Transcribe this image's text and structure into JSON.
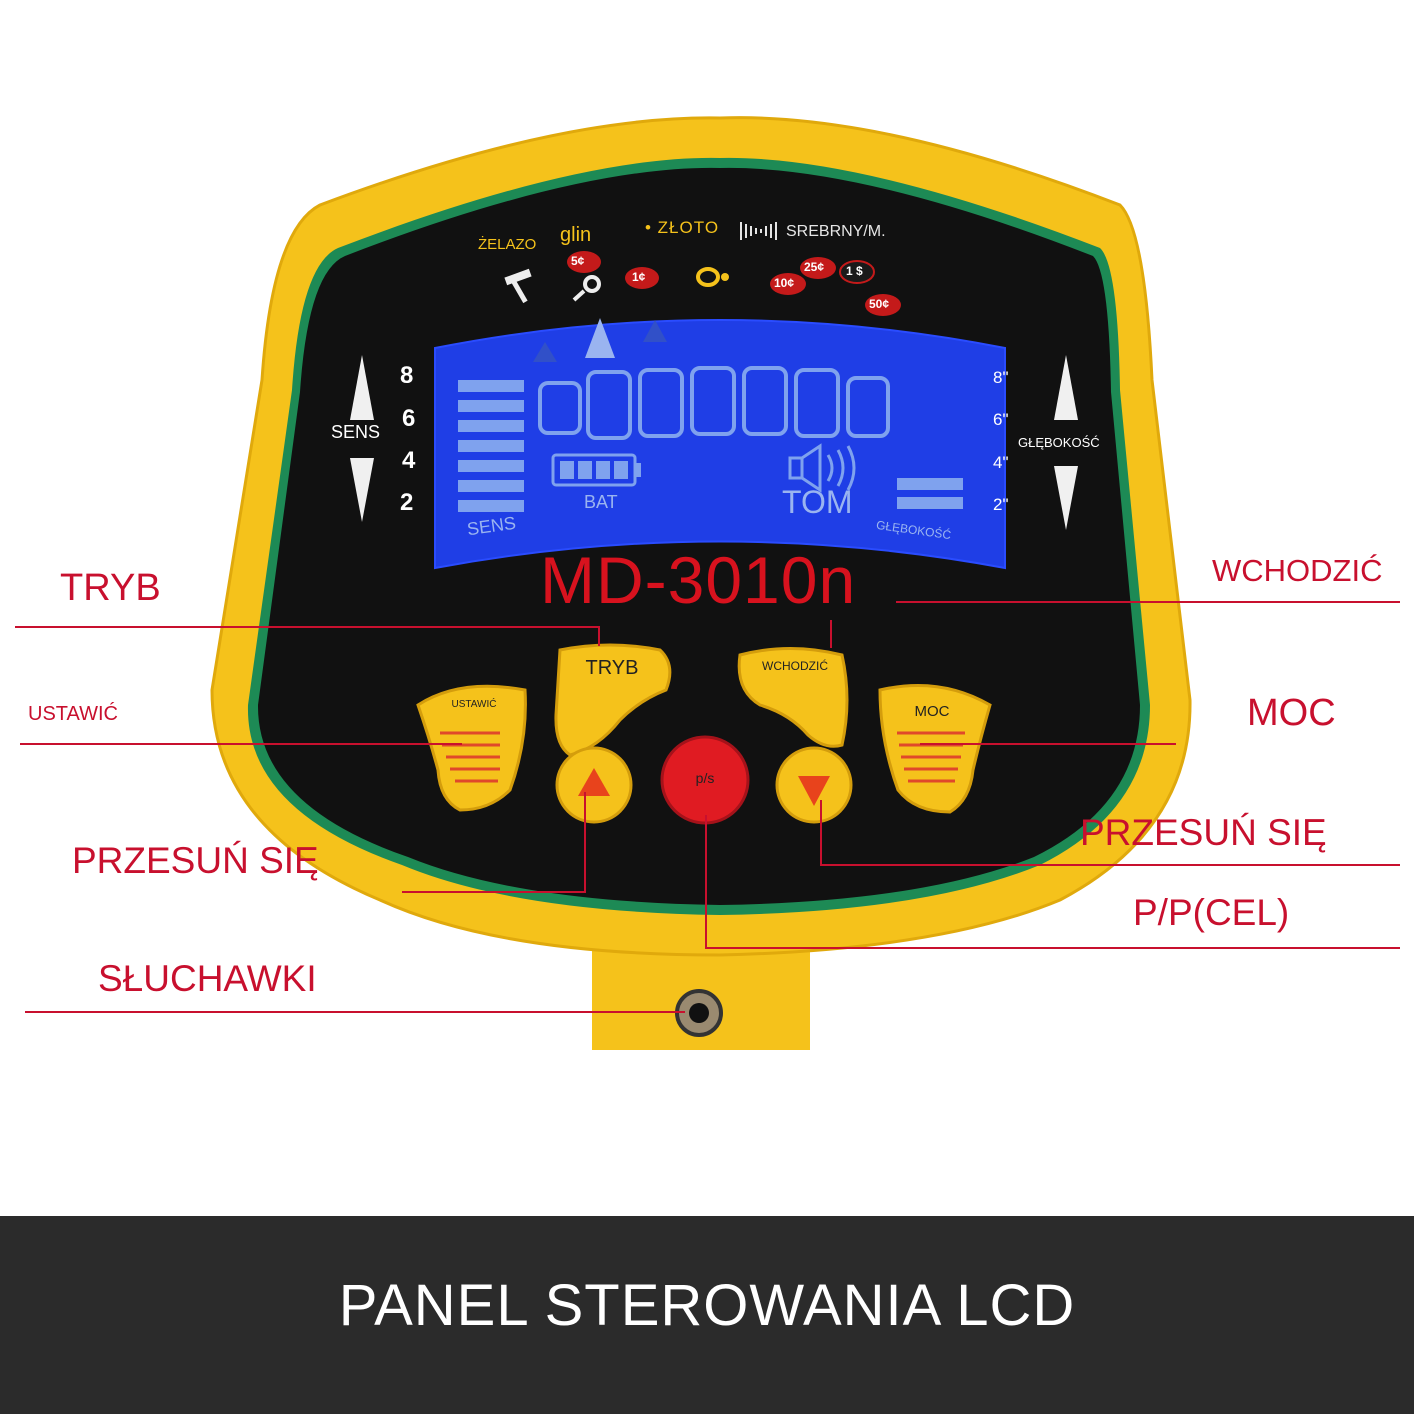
{
  "device": {
    "model": "MD-3010n",
    "targets": {
      "iron": "ŻELAZO",
      "foil": "glin",
      "gold": "• ZŁOTO",
      "silver": "SREBRNY/M.",
      "coin_5": "5¢",
      "coin_1": "1¢",
      "coin_10": "10¢",
      "coin_25": "25¢",
      "coin_1d": "1 $",
      "coin_50": "50¢"
    },
    "sens_side": {
      "label": "SENS",
      "levels": [
        "8",
        "6",
        "4",
        "2"
      ]
    },
    "depth_side": {
      "label": "GŁĘBOKOŚĆ",
      "levels": [
        "8\"",
        "6\"",
        "4\"",
        "2\""
      ]
    },
    "lcd": {
      "sens": "SENS",
      "bat": "BAT",
      "tom": "TOM",
      "depth": "GŁĘBOKOŚĆ"
    },
    "buttons": {
      "tryb": "TRYB",
      "wchodzic": "WCHODZIĆ",
      "ustawic": "USTAWIĆ",
      "moc": "MOC",
      "ps": "p/s"
    }
  },
  "callouts": {
    "tryb": "TRYB",
    "wchodzic": "WCHODZIĆ",
    "ustawic": "USTAWIĆ",
    "moc": "MOC",
    "przesun_left": "PRZESUŃ SIĘ",
    "przesun_right": "PRZESUŃ SIĘ",
    "pp_cel": "P/P(CEL)",
    "sluchawki": "SŁUCHAWKI"
  },
  "footer": {
    "title": "PANEL STEROWANIA LCD"
  },
  "colors": {
    "body_yellow": "#f5c21b",
    "panel_black": "#111111",
    "lcd_blue": "#1f3ee6",
    "callout_red": "#c8102e",
    "ps_red": "#e01b22"
  },
  "icons": [
    "nail-icon",
    "pull-tab-icon",
    "ring-icon",
    "battery-icon",
    "speaker-icon",
    "up-arrow-icon",
    "down-arrow-icon",
    "headphone-jack-icon"
  ]
}
